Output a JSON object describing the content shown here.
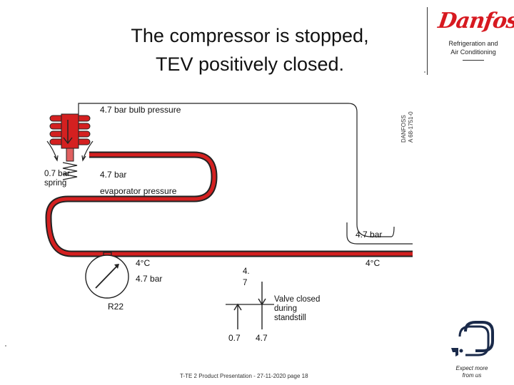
{
  "slide": {
    "title_line1": "The compressor is stopped,",
    "title_line2": "TEV positively closed.",
    "footer": "T-TE 2 Product Presentation - 27-11-2020 page 18"
  },
  "brand": {
    "logo_text": "Danfoss",
    "department_line1": "Refrigeration and",
    "department_line2": "Air Conditioning",
    "tagline_line1": "Expect more",
    "tagline_line2": "from us",
    "brand_color": "#d71920"
  },
  "diagram": {
    "bulb_pressure": "4.7 bar bulb pressure",
    "spring_line1": "0.7 bar",
    "spring_line2": "spring",
    "evap_pressure_value": "4.7 bar",
    "evap_pressure_label": "evaporator pressure",
    "outlet_pressure": "4.7 bar",
    "temp_left": "4°C",
    "temp_right": "4°C",
    "gauge_pressure": "4.7 bar",
    "center_value_line1": "4.",
    "center_value_line2": "7",
    "refrigerant": "R22",
    "valve_line1": "Valve closed",
    "valve_line2": "during",
    "valve_line3": "standstill",
    "force_left": "0.7",
    "force_right": "4.7",
    "rotated_note_line1": "DANFOSS",
    "rotated_note_line2": "A 68-1751-0",
    "pipe_color": "#d42020"
  }
}
